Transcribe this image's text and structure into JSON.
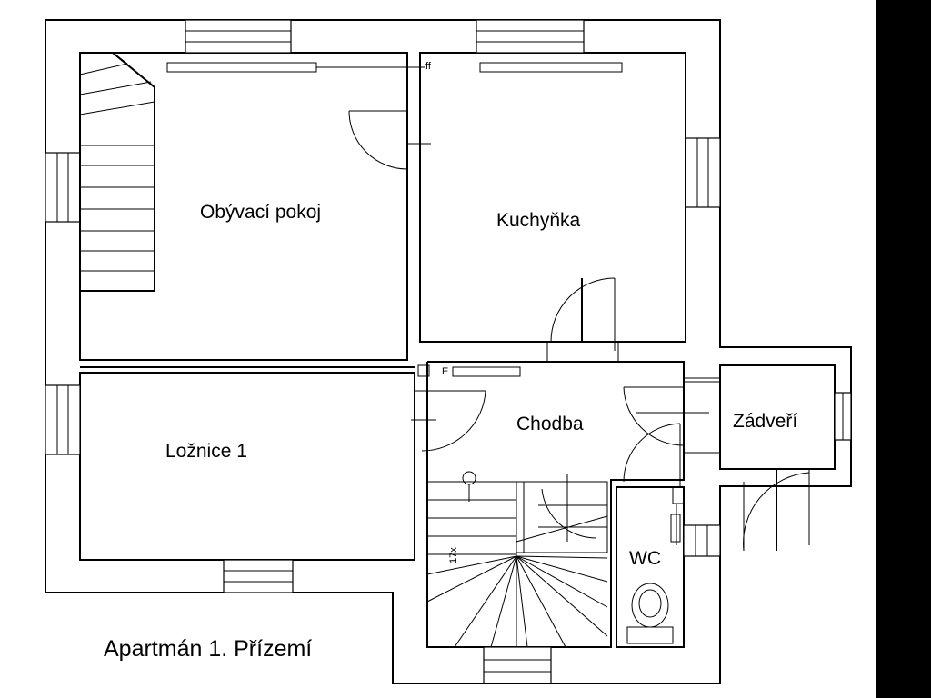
{
  "rooms": {
    "living_room": "Obývací pokoj",
    "kitchen": "Kuchyňka",
    "bedroom": "Ložnice 1",
    "hallway": "Chodba",
    "vestibule": "Zádveří",
    "wc": "WC"
  },
  "stairs_label": "17x",
  "meter_labels": {
    "kitchen_meter": "ff",
    "hall_meter": "E"
  },
  "caption": "Apartmán 1. Přízemí",
  "colors": {
    "background": "#ffffff",
    "lines": "#000000",
    "right_band": "#000000"
  }
}
